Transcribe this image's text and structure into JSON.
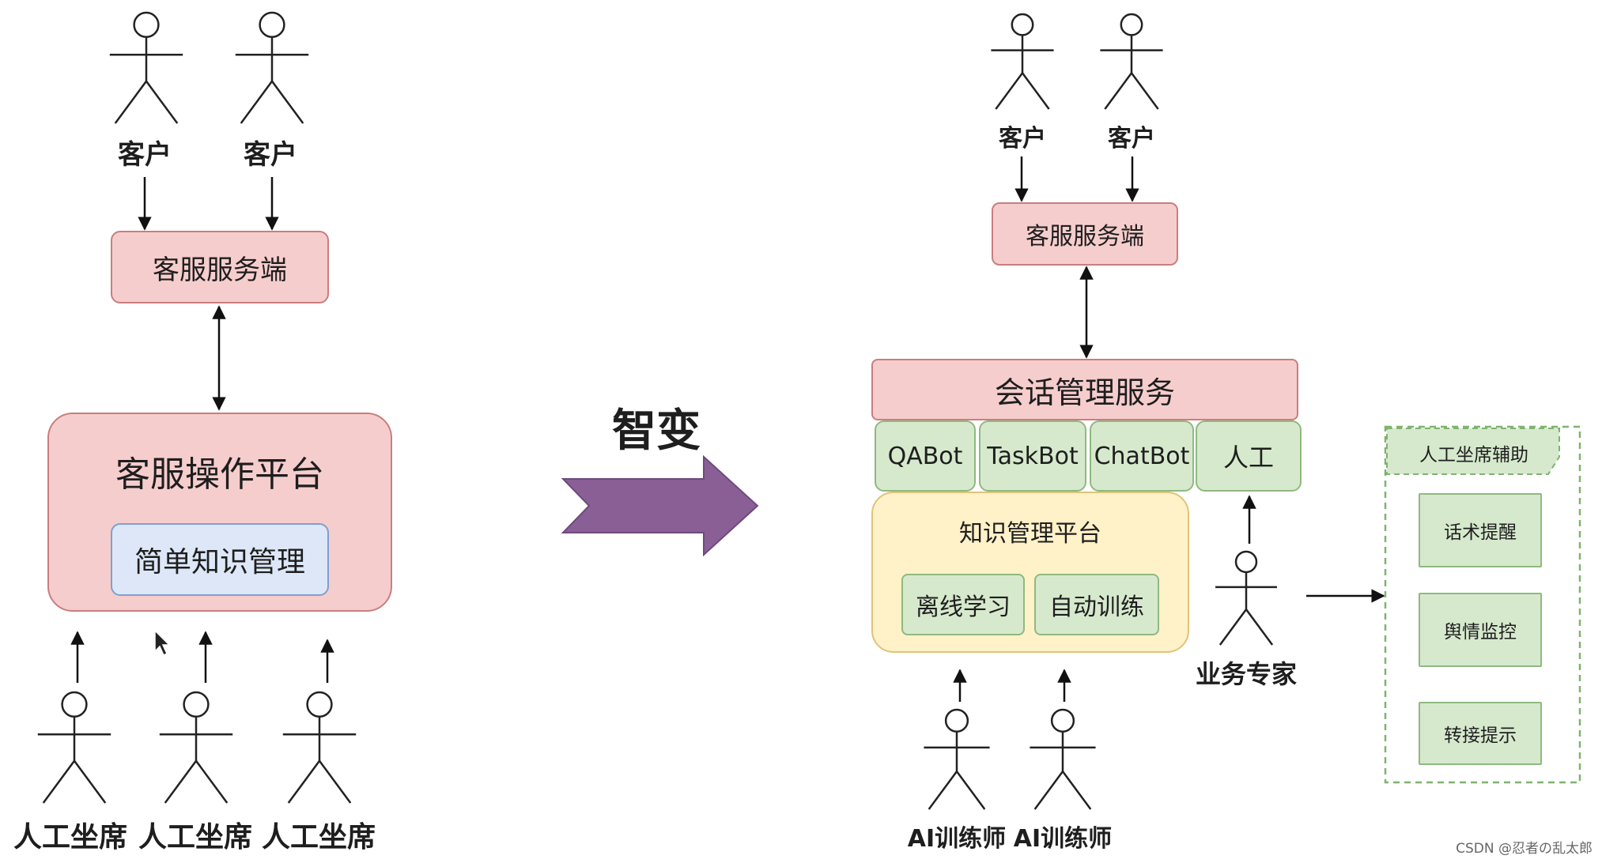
{
  "left": {
    "customers": [
      "客户",
      "客户"
    ],
    "server": "客服服务端",
    "platform_title": "客服操作平台",
    "platform_inner": "简单知识管理",
    "agents": [
      "人工坐席",
      "人工坐席",
      "人工坐席"
    ]
  },
  "transition_label": "智变",
  "right": {
    "customers": [
      "客户",
      "客户"
    ],
    "server": "客服服务端",
    "session": "会话管理服务",
    "bots": [
      "QABot",
      "TaskBot",
      "ChatBot",
      "人工"
    ],
    "knowledge_title": "知识管理平台",
    "knowledge_items": [
      "离线学习",
      "自动训练"
    ],
    "expert": "业务专家",
    "trainers": [
      "AI训练师",
      "AI训练师"
    ],
    "assist": {
      "title": "人工坐席辅助",
      "items": [
        "话术提醒",
        "舆情监控",
        "转接提示"
      ]
    }
  },
  "watermark": "CSDN @忍者の乱太郎"
}
